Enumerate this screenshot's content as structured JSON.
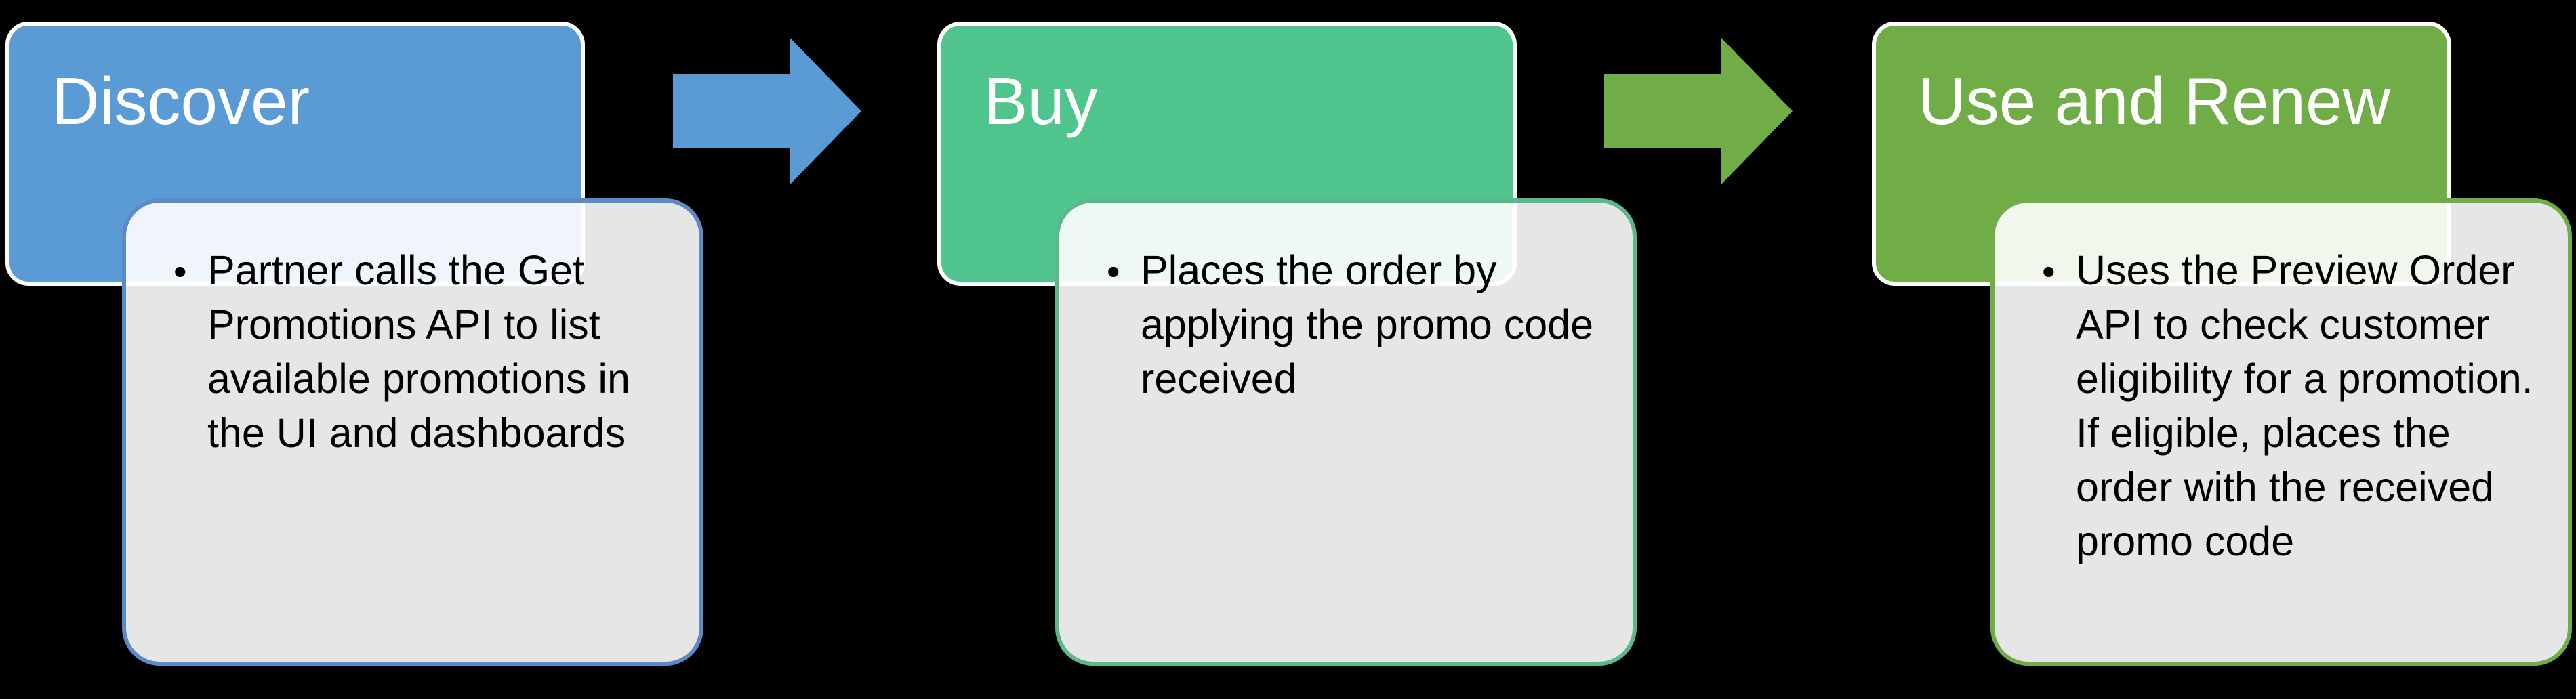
{
  "steps": [
    {
      "title": "Discover",
      "description": "Partner calls the Get Promotions API to list available promotions in the UI and dashboards",
      "color": "#5b9bd5"
    },
    {
      "title": "Buy",
      "description": "Places the order by applying the promo code received",
      "color": "#4fc48c"
    },
    {
      "title": "Use and Renew",
      "description": "Uses the Preview Order API to check customer eligibility for a promotion. If eligible, places the order with the received promo code",
      "color": "#70ad47"
    }
  ],
  "arrows": [
    {
      "from": "Discover",
      "to": "Buy",
      "color": "#5b9bd5"
    },
    {
      "from": "Buy",
      "to": "Use and Renew",
      "color": "#70ad47"
    }
  ],
  "bullet_symbol": "•"
}
